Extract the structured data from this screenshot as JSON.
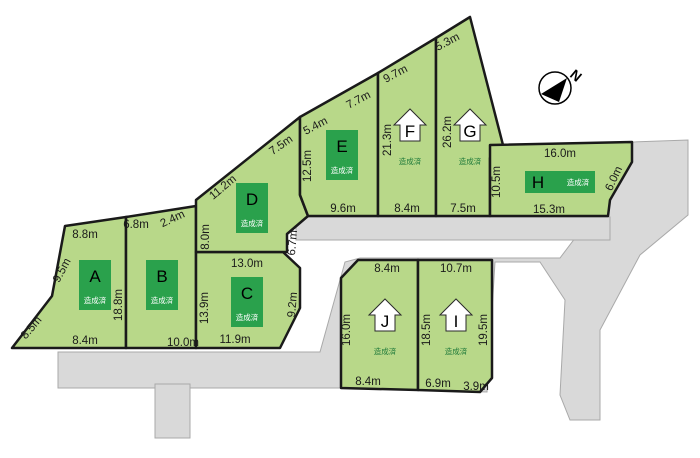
{
  "colors": {
    "lot_fill": "#b8d889",
    "lot_border": "#1a1a1a",
    "road": "#d9d9d9",
    "badge": "#2aa14c",
    "status_text_on_badge": "#ffffff",
    "status_text_plain": "#1f7a3a"
  },
  "compass": {
    "north_label": "N",
    "icon": "north-arrow-icon"
  },
  "lots": [
    {
      "id": "A",
      "status": "造成済",
      "marker": "badge",
      "dims": [
        "8.8m",
        "9.5m",
        "18.8m",
        "8.5m",
        "8.4m"
      ]
    },
    {
      "id": "B",
      "status": "造成済",
      "marker": "badge",
      "dims": [
        "6.8m",
        "2.4m",
        "10.0m"
      ]
    },
    {
      "id": "C",
      "status": "造成済",
      "marker": "badge",
      "dims": [
        "13.0m",
        "13.9m",
        "9.2m",
        "11.9m"
      ]
    },
    {
      "id": "D",
      "status": "造成済",
      "marker": "badge",
      "dims": [
        "11.2m",
        "7.5m",
        "8.0m",
        "6.7m"
      ]
    },
    {
      "id": "E",
      "status": "造成済",
      "marker": "badge",
      "dims": [
        "5.4m",
        "7.7m",
        "12.5m",
        "9.6m"
      ]
    },
    {
      "id": "F",
      "status": "造成済",
      "marker": "house",
      "dims": [
        "9.7m",
        "21.3m",
        "8.4m"
      ]
    },
    {
      "id": "G",
      "status": "造成済",
      "marker": "house",
      "dims": [
        "5.3m",
        "26.2m",
        "7.5m"
      ]
    },
    {
      "id": "H",
      "status": "造成済",
      "marker": "badge",
      "dims": [
        "16.0m",
        "10.5m",
        "6.0m",
        "15.3m"
      ]
    },
    {
      "id": "J",
      "status": "造成済",
      "marker": "house",
      "dims": [
        "8.4m",
        "16.0m",
        "8.4m"
      ]
    },
    {
      "id": "I",
      "status": "造成済",
      "marker": "house",
      "dims": [
        "10.7m",
        "18.5m",
        "19.5m",
        "6.9m",
        "3.9m"
      ]
    }
  ]
}
